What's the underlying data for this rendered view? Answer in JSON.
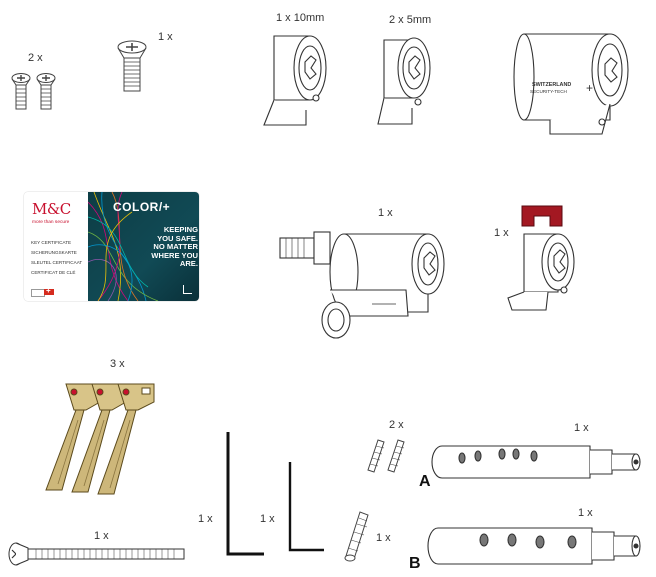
{
  "labels": {
    "screws_small_qty": "2 x",
    "screw_single_qty": "1 x",
    "extension_10mm": "1 x 10mm",
    "extension_5mm": "2 x 5mm",
    "knob_cylinder_qty": "1 x",
    "red_tool_qty": "1 x",
    "keys_qty": "3 x",
    "long_screw_qty": "1 x",
    "allen_large_qty": "1 x",
    "allen_small_qty": "1 x",
    "grub_screws_qty": "2 x",
    "single_grub_qty": "1 x",
    "adapter_a_qty": "1 x",
    "adapter_b_qty": "1 x",
    "variant_a": "A",
    "variant_b": "B"
  },
  "card": {
    "brand": "M&C",
    "tagline": "more than secure",
    "cert_lines": [
      "KEY CERTIFICATE",
      "SICHERUNGSKARTE",
      "SLEUTEL CERTIFICAAT",
      "CERTIFICAT DE CLÉ"
    ],
    "product": "COLOR/+",
    "slogan_lines": [
      "KEEPING",
      "YOU SAFE.",
      "NO MATTER",
      "WHERE YOU",
      "ARE."
    ]
  },
  "cylinder_text": {
    "line1": "SWITZERLAND",
    "line2": "SECURITY-TECH"
  },
  "colors": {
    "brand_red": "#c8102e",
    "card_teal": "#0d3d45",
    "tool_red": "#a31822"
  }
}
